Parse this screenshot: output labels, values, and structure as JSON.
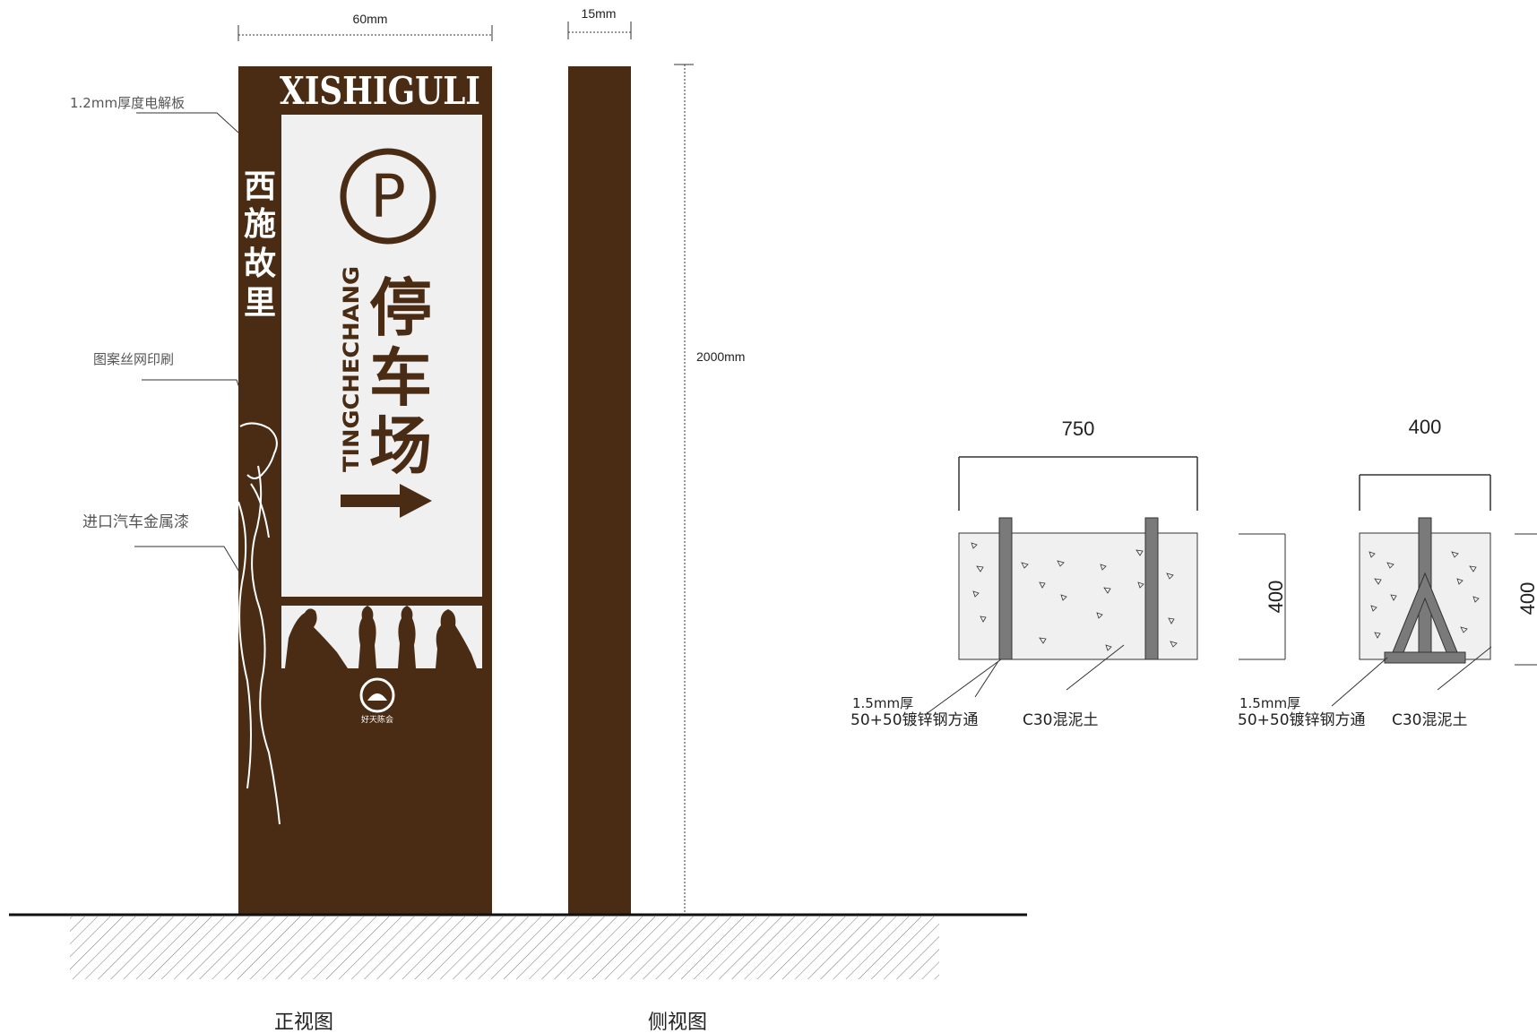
{
  "front_view": {
    "width_dim": "60mm",
    "banner": "XISHIGULI",
    "vertical_title": [
      "西",
      "施",
      "故",
      "里"
    ],
    "parking_symbol": "P",
    "pinyin": "TINGCHECHANG",
    "chinese_title": [
      "停",
      "车",
      "场"
    ],
    "logo_text": "好天陈会",
    "caption": "正视图"
  },
  "side_view": {
    "width_dim": "15mm",
    "height_dim": "2000mm",
    "caption": "侧视图"
  },
  "annotations": {
    "panel": "1.2mm厚度电解板",
    "print": "图案丝网印刷",
    "paint": "进口汽车金属漆"
  },
  "foundation_a": {
    "width": "750",
    "height": "400",
    "pipe_line1": "1.5mm厚",
    "pipe_line2": "50+50镀锌钢方通",
    "concrete": "C30混泥土"
  },
  "foundation_b": {
    "width": "400",
    "height": "400",
    "pipe_line1": "1.5mm厚",
    "pipe_line2": "50+50镀锌钢方通",
    "concrete": "C30混泥土"
  },
  "colors": {
    "brown": "#4a2c14",
    "panel": "#f0f0f0",
    "steel": "#7a7a7a"
  }
}
